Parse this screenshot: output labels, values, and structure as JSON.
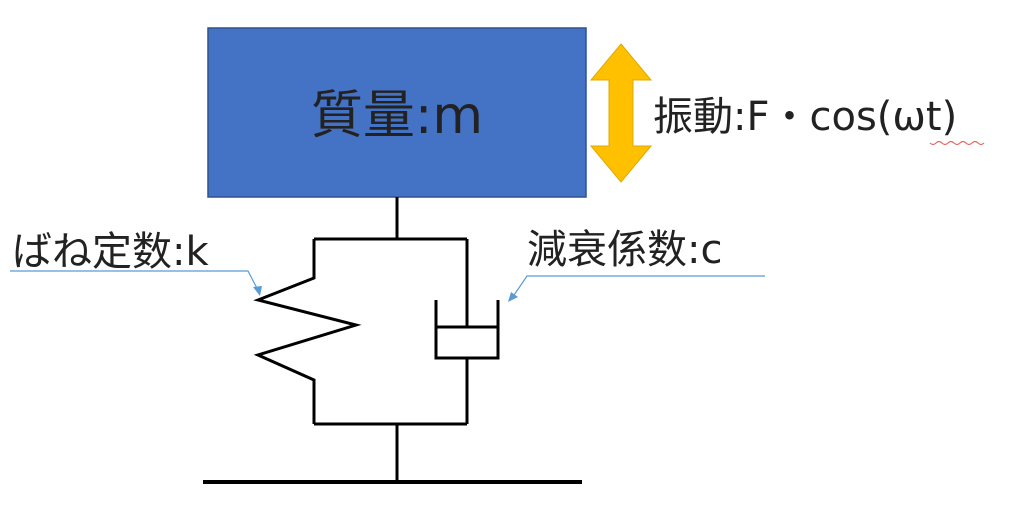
{
  "mass": {
    "label": "質量:m",
    "color": "#4472C4"
  },
  "vibration": {
    "label": "振動:F・cos(ωt)",
    "arrow_color": "#FFC000"
  },
  "spring": {
    "label": "ばね定数:k"
  },
  "damper": {
    "label": "減衰係数:c"
  },
  "callout_color": "#5B9BD5",
  "spellcheck_underline_color": "#E06666"
}
